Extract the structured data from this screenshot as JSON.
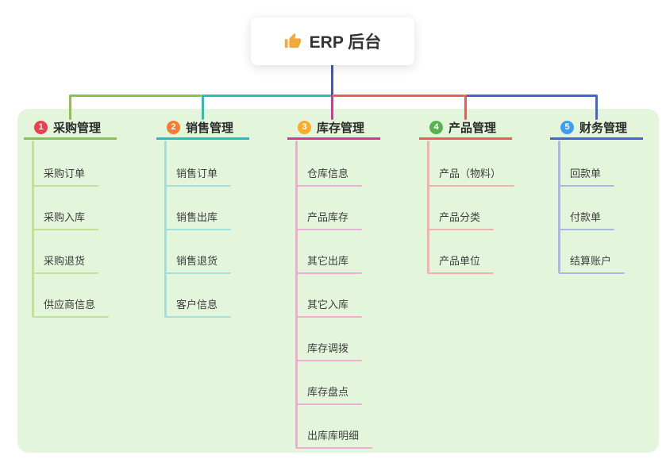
{
  "canvas": {
    "background": "#ffffff",
    "map_background": "#e3f6dc"
  },
  "root": {
    "label": "ERP 后台",
    "icon": "thumbs-up-icon",
    "icon_color": "#f2a93b",
    "line_color": "#4257c5"
  },
  "branches": [
    {
      "badge": "1",
      "badge_color": "#ed3f4e",
      "label": "采购管理",
      "line_color": "#8bc34a",
      "child_line_color": "#c3e09b",
      "children": [
        "采购订单",
        "采购入库",
        "采购退货",
        "供应商信息"
      ]
    },
    {
      "badge": "2",
      "badge_color": "#f87b2f",
      "label": "销售管理",
      "line_color": "#23bfb8",
      "child_line_color": "#a3e0dc",
      "children": [
        "销售订单",
        "销售出库",
        "销售退货",
        "客户信息"
      ]
    },
    {
      "badge": "3",
      "badge_color": "#fbab2a",
      "label": "库存管理",
      "line_color": "#d8359b",
      "child_line_color": "#eeadd3",
      "children": [
        "仓库信息",
        "产品库存",
        "其它出库",
        "其它入库",
        "库存调拨",
        "库存盘点",
        "出库库明细"
      ]
    },
    {
      "badge": "4",
      "badge_color": "#56b44e",
      "label": "产品管理",
      "line_color": "#ef5b56",
      "child_line_color": "#f5b0ae",
      "children": [
        "产品（物料）",
        "产品分类",
        "产品单位"
      ]
    },
    {
      "badge": "5",
      "badge_color": "#3e9ef0",
      "label": "财务管理",
      "line_color": "#4663d0",
      "child_line_color": "#aab8e8",
      "children": [
        "回款单",
        "付款单",
        "结算账户"
      ]
    }
  ]
}
